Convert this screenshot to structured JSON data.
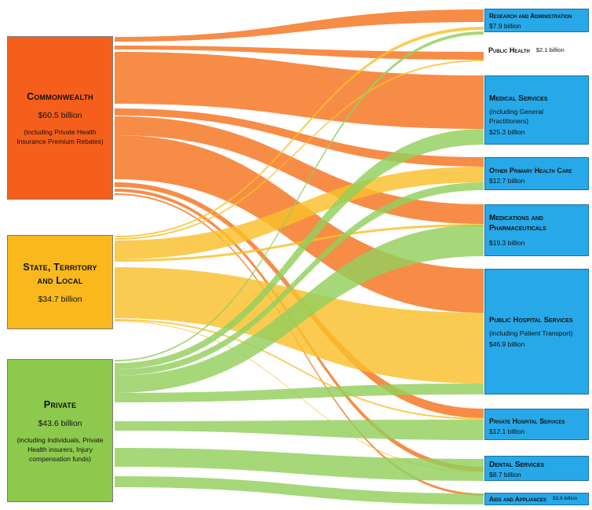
{
  "sources": [
    {
      "id": "commonwealth",
      "name": "Commonwealth",
      "amount": "$60.5 billion",
      "note": "(including Private Health Insurance Premium Rebates)",
      "color": "#f5601a"
    },
    {
      "id": "state",
      "name": "State, Territory and Local",
      "amount": "$34.7 billion",
      "note": "",
      "color": "#f9b41c"
    },
    {
      "id": "private",
      "name": "Private",
      "amount": "$43.6 billion",
      "note": "(including Individuals, Private Health insurers, Injury compensation funds)",
      "color": "#8cc63f"
    }
  ],
  "targets": [
    {
      "id": "research",
      "name": "Research and Administration",
      "amount": "$7.9 billion",
      "note": ""
    },
    {
      "id": "public-health",
      "name": "Public Health",
      "amount": "$2.1 billion",
      "note": ""
    },
    {
      "id": "medical",
      "name": "Medical Services",
      "amount": "$25.3 billion",
      "note": "(including General Practitioners)"
    },
    {
      "id": "other-primary",
      "name": "Other Primary Health Care",
      "amount": "$12.7 billion",
      "note": ""
    },
    {
      "id": "medications",
      "name": "Medications and Pharmaceuticals",
      "amount": "$19.3 billion",
      "note": ""
    },
    {
      "id": "public-hospital",
      "name": "Public Hospital Services",
      "amount": "$46.9 billion",
      "note": "(including Patient Transport)"
    },
    {
      "id": "private-hospital",
      "name": "Private Hospital Services",
      "amount": "$12.1 billion",
      "note": ""
    },
    {
      "id": "dental",
      "name": "Dental Services",
      "amount": "$8.7 billion",
      "note": ""
    },
    {
      "id": "aids",
      "name": "Aids and Appliances",
      "amount": "$3.8 billion",
      "note": ""
    }
  ],
  "colors": {
    "commonwealth_flow": "#f5731f",
    "state_flow": "#f9bf2a",
    "private_flow": "#93cf5d",
    "target_fill": "#27a8e8"
  }
}
